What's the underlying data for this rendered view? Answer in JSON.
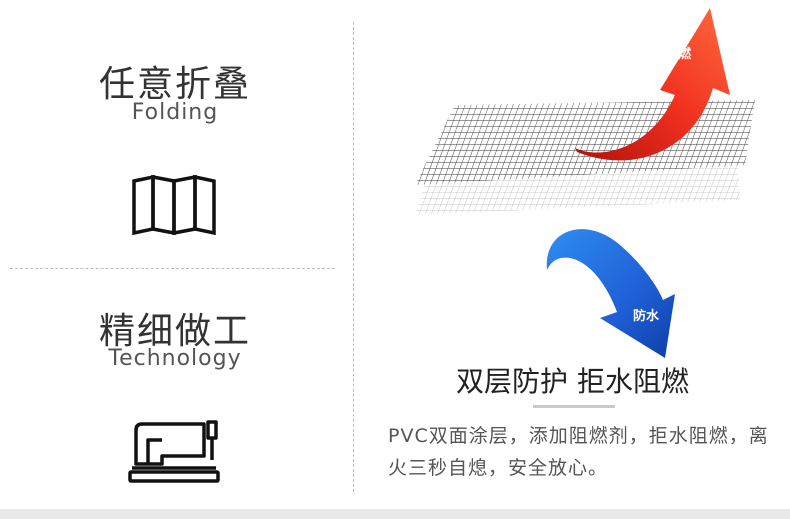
{
  "features": [
    {
      "title": "任意折叠",
      "subtitle": "Folding",
      "icon": "folding-screen-icon"
    },
    {
      "title": "精细做工",
      "subtitle": "Technology",
      "icon": "sewing-machine-icon"
    }
  ],
  "illustration": {
    "fire_label": "阻燃",
    "water_label": "防水",
    "colors": {
      "fire": "#e8271a",
      "water": "#1f5fd6"
    }
  },
  "heading": "双层防护 拒水阻燃",
  "description": "PVC双面涂层，添加阻燃剂，拒水阻燃，离火三秒自熄，安全放心。"
}
